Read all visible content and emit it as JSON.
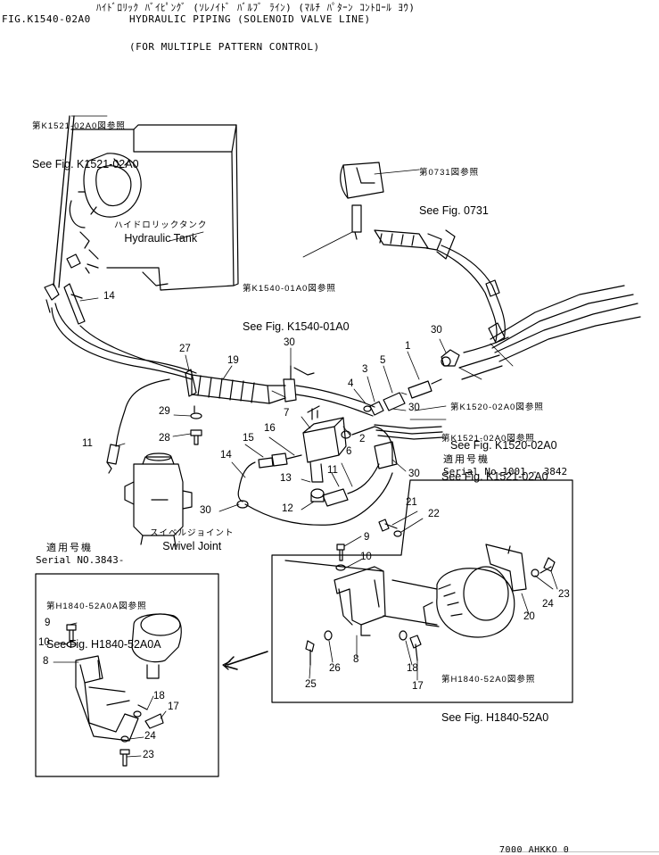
{
  "header": {
    "jp_line": "ﾊｲﾄﾞﾛﾘｯｸ ﾊﾞｲﾋﾟﾝｸﾞ (ｿﾚﾉｲﾄﾞ ﾊﾞﾙﾌﾞ ﾗｲﾝ) (ﾏﾙﾁ ﾊﾟﾀｰﾝ ｺﾝﾄﾛｰﾙ ﾖｳ)",
    "fig_code": "FIG.K1540-02A0",
    "title": "HYDRAULIC PIPING (SOLENOID VALVE LINE)",
    "subtitle": "(FOR MULTIPLE PATTERN CONTROL)"
  },
  "references": [
    {
      "id": "k1521-top",
      "jp": "第K1521-02A0図参照",
      "en": "See Fig. K1521-02A0"
    },
    {
      "id": "0731",
      "jp": "第0731図参照",
      "en": "See Fig. 0731"
    },
    {
      "id": "k1540",
      "jp": "第K1540-01A0図参照",
      "en": "See Fig. K1540-01A0"
    },
    {
      "id": "k1520",
      "jp": "第K1520-02A0図参照",
      "en": "See Fig. K1520-02A0"
    },
    {
      "id": "k1521-right",
      "jp": "第K1521-02A0図参照",
      "en": "See Fig. K1521-02A0"
    },
    {
      "id": "h1840-a",
      "jp": "第H1840-52A0A図参照",
      "en": "See Fig. H1840-52A0A"
    },
    {
      "id": "h1840",
      "jp": "第H1840-52A0図参照",
      "en": "See Fig. H1840-52A0"
    }
  ],
  "components": {
    "tank": {
      "jp": "ハイドロリックタンク",
      "en": "Hydraulic Tank"
    },
    "swivel": {
      "jp": "スイベルジョイント",
      "en": "Swivel Joint"
    }
  },
  "serials": {
    "left": {
      "jp": "適用号機",
      "range": "Serial NO.3843-"
    },
    "right": {
      "jp": "適用号機",
      "range": "Serial No.1001 - 3842"
    }
  },
  "part_numbers": [
    "1",
    "2",
    "3",
    "4",
    "5",
    "6",
    "7",
    "8",
    "9",
    "10",
    "11",
    "12",
    "13",
    "14",
    "15",
    "16",
    "17",
    "18",
    "19",
    "20",
    "21",
    "22",
    "23",
    "24",
    "25",
    "26",
    "27",
    "28",
    "29",
    "30"
  ],
  "footer_fragment": "7000 AHKKO 0"
}
